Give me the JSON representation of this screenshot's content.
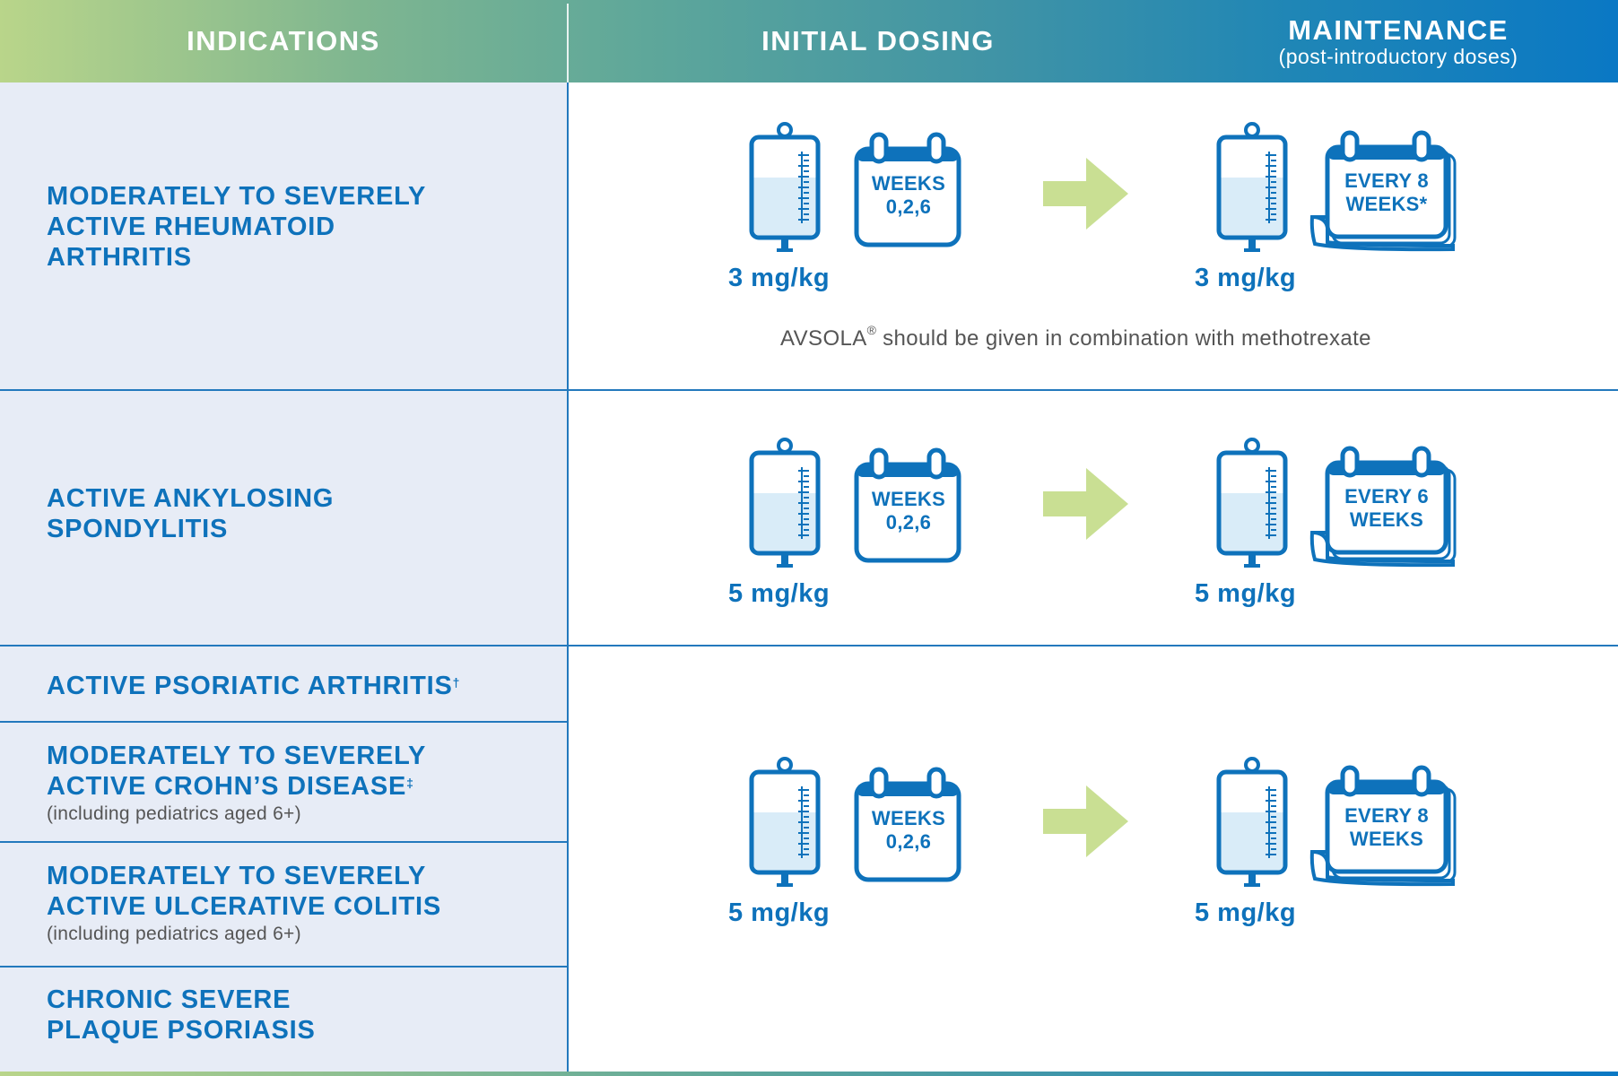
{
  "header": {
    "indications": "INDICATIONS",
    "initial_dosing": "INITIAL DOSING",
    "maintenance": "MAINTENANCE",
    "maintenance_sub": "(post-introductory doses)"
  },
  "indications": {
    "ra": [
      "MODERATELY TO SEVERELY",
      "ACTIVE RHEUMATOID",
      "ARTHRITIS"
    ],
    "as": [
      "ACTIVE ANKYLOSING",
      "SPONDYLITIS"
    ],
    "psa": "ACTIVE PSORIATIC ARTHRITIS",
    "psa_mark": "†",
    "cd": [
      "MODERATELY TO SEVERELY",
      "ACTIVE CROHN’S DISEASE"
    ],
    "cd_mark": "‡",
    "cd_sub": "(including pediatrics aged 6+)",
    "uc": [
      "MODERATELY TO SEVERELY",
      "ACTIVE ULCERATIVE COLITIS"
    ],
    "uc_sub": "(including pediatrics aged 6+)",
    "ps": [
      "CHRONIC SEVERE",
      "PLAQUE PSORIASIS"
    ]
  },
  "rows": [
    {
      "initial_calendar": [
        "WEEKS",
        "0,2,6"
      ],
      "initial_dose": "3 mg/kg",
      "maintenance_calendar": [
        "EVERY 8",
        "WEEKS*"
      ],
      "maintenance_dose": "3 mg/kg"
    },
    {
      "initial_calendar": [
        "WEEKS",
        "0,2,6"
      ],
      "initial_dose": "5 mg/kg",
      "maintenance_calendar": [
        "EVERY 6",
        "WEEKS"
      ],
      "maintenance_dose": "5 mg/kg"
    },
    {
      "initial_calendar": [
        "WEEKS",
        "0,2,6"
      ],
      "initial_dose": "5 mg/kg",
      "maintenance_calendar": [
        "EVERY 8",
        "WEEKS"
      ],
      "maintenance_dose": "5 mg/kg"
    }
  ],
  "note": {
    "brand": "AVSOLA",
    "reg": "®",
    "text": " should be given in combination with methotrexate"
  },
  "colors": {
    "blue": "#0e72bb",
    "arrow_green": "#c9df93",
    "bag_fill": "#d9ecf8",
    "left_bg": "#e7ecf6"
  },
  "icons": [
    "iv-bag-icon",
    "calendar-icon",
    "calendar-stack-icon",
    "arrow-right-icon"
  ]
}
